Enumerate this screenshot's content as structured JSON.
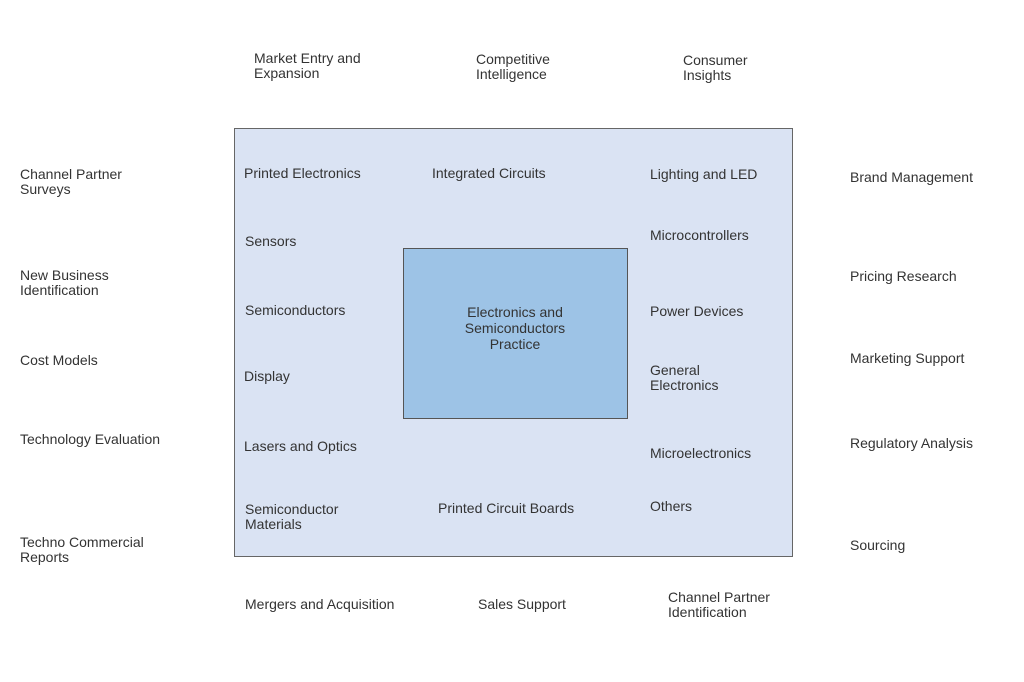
{
  "top": [
    "Market Entry and\nExpansion",
    "Competitive\nIntelligence",
    "Consumer\nInsights"
  ],
  "left": [
    "Channel Partner\nSurveys",
    "New Business\nIdentification",
    "Cost Models",
    "Technology Evaluation",
    "Techno Commercial\nReports"
  ],
  "right": [
    "Brand Management",
    "Pricing Research",
    "Marketing Support",
    "Regulatory Analysis",
    "Sourcing"
  ],
  "bottom": [
    "Mergers and Acquisition",
    "Sales Support",
    "Channel Partner\nIdentification"
  ],
  "inside": {
    "left": [
      "Printed Electronics",
      "Sensors",
      "Semiconductors",
      "Display",
      "Lasers and Optics",
      "Semiconductor\nMaterials"
    ],
    "middle": [
      "Integrated Circuits",
      "Printed Circuit Boards"
    ],
    "right": [
      "Lighting and LED",
      "Microcontrollers",
      "Power Devices",
      "General\nElectronics",
      "Microelectronics",
      "Others"
    ]
  },
  "center": "Electronics and\nSemiconductors\nPractice",
  "colors": {
    "outer_fill": "#dae3f3",
    "inner_fill": "#9dc3e6",
    "border": "#666666",
    "text": "#333333"
  }
}
